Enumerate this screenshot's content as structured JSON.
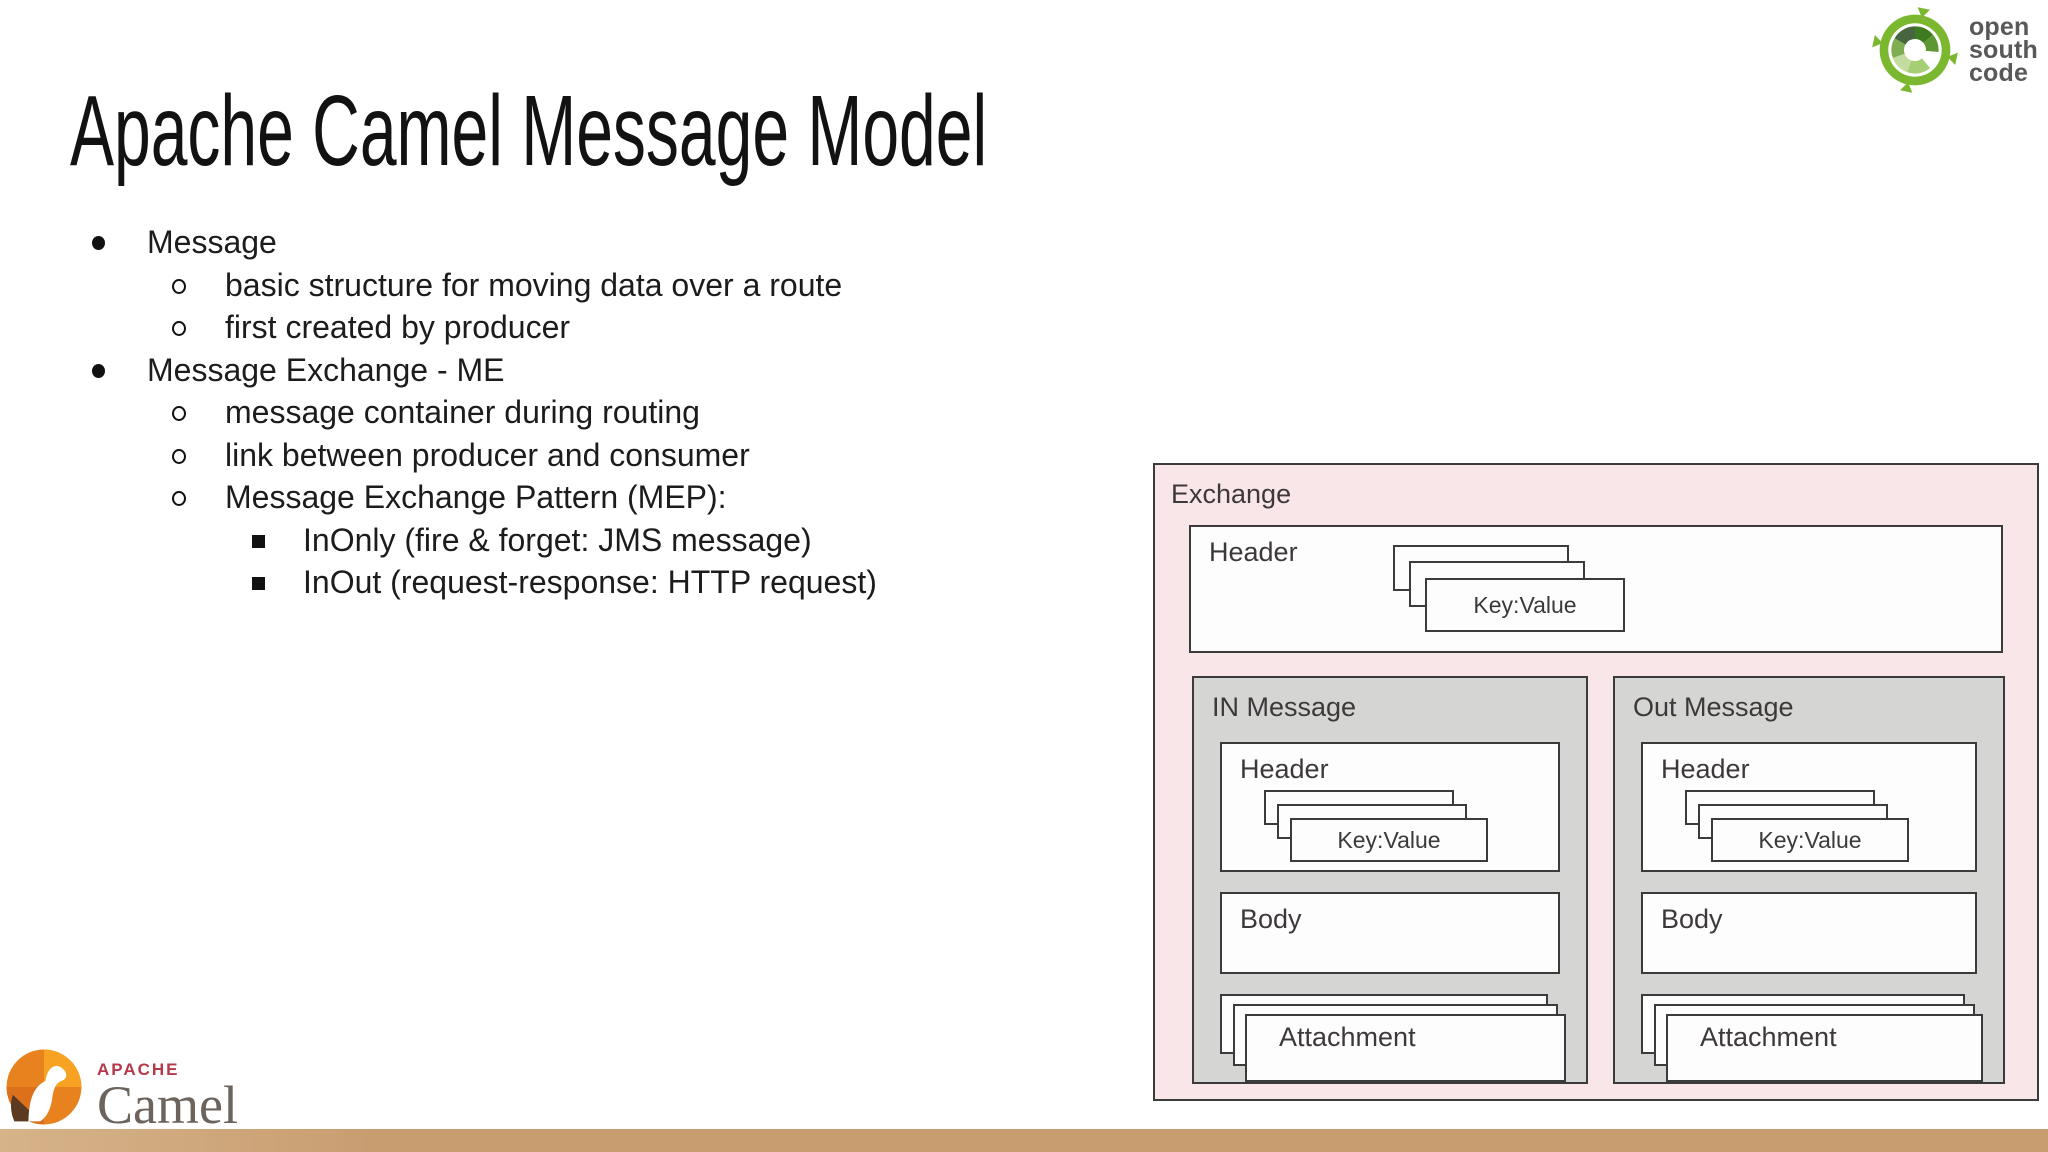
{
  "slide": {
    "title": "Apache Camel Message Model",
    "bullets": [
      {
        "level": 1,
        "text": "Message"
      },
      {
        "level": 2,
        "text": "basic structure for moving data over a route"
      },
      {
        "level": 2,
        "text": "first created by producer"
      },
      {
        "level": 1,
        "text": "Message Exchange - ME"
      },
      {
        "level": 2,
        "text": "message container during routing"
      },
      {
        "level": 2,
        "text": "link between producer and consumer"
      },
      {
        "level": 2,
        "text": "Message Exchange Pattern (MEP):"
      },
      {
        "level": 3,
        "text": "InOnly (fire & forget: JMS message)"
      },
      {
        "level": 3,
        "text": "InOut (request-response: HTTP request)"
      }
    ]
  },
  "header_logo": {
    "lines": {
      "0": "open",
      "1": "south",
      "2": "code"
    },
    "text_color": "#58585a",
    "green": "#7cb82f"
  },
  "diagram": {
    "exchange_label": "Exchange",
    "header": {
      "label": "Header",
      "key_value": "Key:Value"
    },
    "messages": [
      {
        "label": "IN Message",
        "header_label": "Header",
        "key_value": "Key:Value",
        "body_label": "Body",
        "attachment_label": "Attachment"
      },
      {
        "label": "Out Message",
        "header_label": "Header",
        "key_value": "Key:Value",
        "body_label": "Body",
        "attachment_label": "Attachment"
      }
    ],
    "colors": {
      "exchange_bg": "#f8e6e8",
      "message_bg": "#d5d5d3",
      "box_bg": "#fdfdfd",
      "border": "#3b3b3b"
    }
  },
  "footer_logo": {
    "apache": "APACHE",
    "camel": "Camel",
    "apache_color": "#b5394a",
    "camel_color": "#6b635c"
  },
  "footer": {
    "bar_color": "#c89e71"
  }
}
